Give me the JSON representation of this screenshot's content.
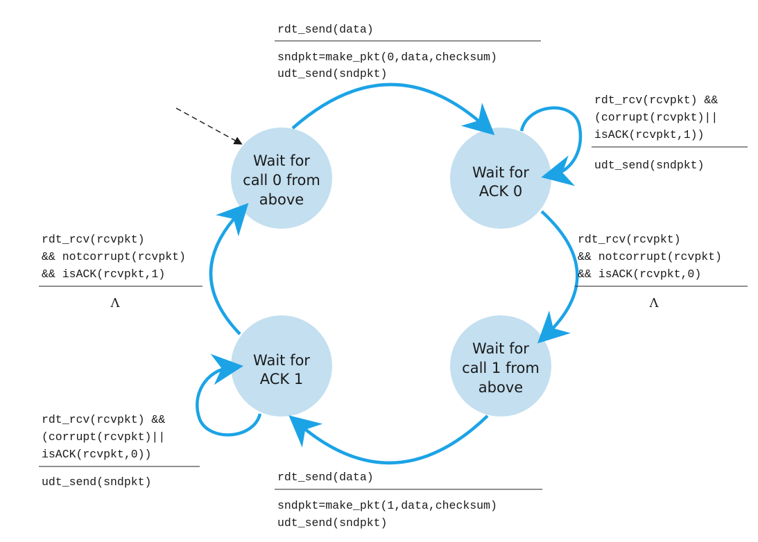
{
  "colors": {
    "state_fill": "#c3dff0",
    "arrow": "#1ca3e6",
    "text": "#1a1a1a",
    "rule": "#222222"
  },
  "states": {
    "wait_call0": [
      "Wait for",
      "call 0 from",
      "above"
    ],
    "wait_ack0": [
      "Wait for",
      "ACK 0"
    ],
    "wait_call1": [
      "Wait for",
      "call 1 from",
      "above"
    ],
    "wait_ack1": [
      "Wait for",
      "ACK 1"
    ]
  },
  "transitions": {
    "top": {
      "event": [
        "rdt_send(data)"
      ],
      "action": [
        "sndpkt=make_pkt(0,data,checksum)",
        "udt_send(sndpkt)"
      ]
    },
    "ack0_self": {
      "event": [
        "rdt_rcv(rcvpkt) &&",
        "(corrupt(rcvpkt)||",
        "isACK(rcvpkt,1))"
      ],
      "action": [
        "udt_send(sndpkt)"
      ]
    },
    "right": {
      "event": [
        "rdt_rcv(rcvpkt)",
        "&& notcorrupt(rcvpkt)",
        "&& isACK(rcvpkt,0)"
      ],
      "action": [
        "Λ"
      ]
    },
    "bottom": {
      "event": [
        "rdt_send(data)"
      ],
      "action": [
        "sndpkt=make_pkt(1,data,checksum)",
        "udt_send(sndpkt)"
      ]
    },
    "ack1_self": {
      "event": [
        "rdt_rcv(rcvpkt) &&",
        "(corrupt(rcvpkt)||",
        "isACK(rcvpkt,0))"
      ],
      "action": [
        "udt_send(sndpkt)"
      ]
    },
    "left": {
      "event": [
        "rdt_rcv(rcvpkt)",
        "&& notcorrupt(rcvpkt)",
        "&& isACK(rcvpkt,1)"
      ],
      "action": [
        "Λ"
      ]
    }
  }
}
